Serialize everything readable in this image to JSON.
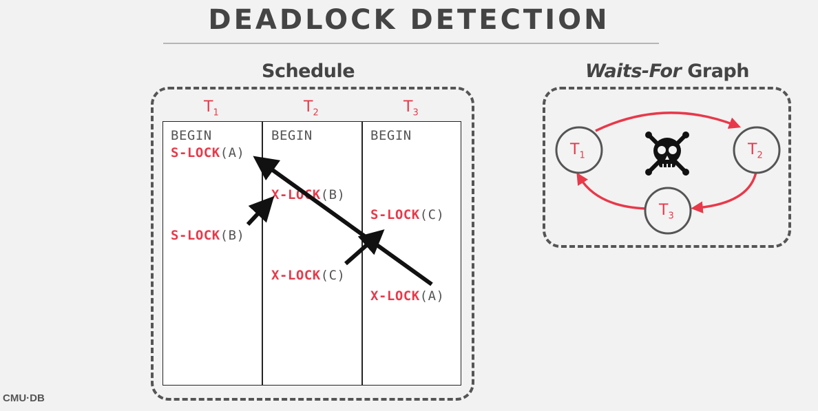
{
  "title": "DEADLOCK DETECTION",
  "schedule": {
    "title": "Schedule",
    "columns": [
      {
        "name": "T",
        "sub": "1"
      },
      {
        "name": "T",
        "sub": "2"
      },
      {
        "name": "T",
        "sub": "3"
      }
    ],
    "ops": {
      "t1_begin": "BEGIN",
      "t2_begin": "BEGIN",
      "t3_begin": "BEGIN",
      "t1_op1_kw": "S-LOCK",
      "t1_op1_arg": "(A)",
      "t2_op1_kw": "X-LOCK",
      "t2_op1_arg": "(B)",
      "t3_op1_kw": "S-LOCK",
      "t3_op1_arg": "(C)",
      "t1_op2_kw": "S-LOCK",
      "t1_op2_arg": "(B)",
      "t2_op2_kw": "X-LOCK",
      "t2_op2_arg": "(C)",
      "t3_op2_kw": "X-LOCK",
      "t3_op2_arg": "(A)"
    }
  },
  "waits_for": {
    "title_emph": "Waits-For",
    "title_rest": " Graph",
    "nodes": [
      {
        "name": "T",
        "sub": "1"
      },
      {
        "name": "T",
        "sub": "2"
      },
      {
        "name": "T",
        "sub": "3"
      }
    ],
    "edges": [
      {
        "from": "T1",
        "to": "T2"
      },
      {
        "from": "T2",
        "to": "T3"
      },
      {
        "from": "T3",
        "to": "T1"
      }
    ],
    "center_icon": "skull-crossbones-icon"
  },
  "footer": {
    "logo_text": "CMU·DB"
  },
  "colors": {
    "accent": "#e8394a",
    "text": "#444444",
    "frame": "#555555"
  }
}
